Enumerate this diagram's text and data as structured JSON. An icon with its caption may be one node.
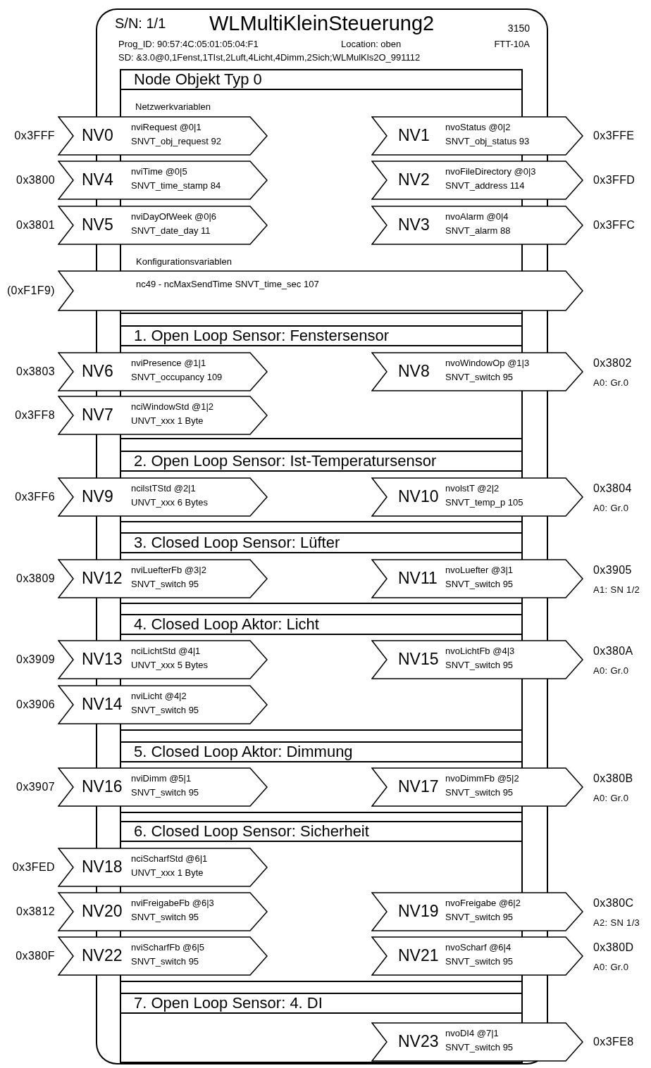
{
  "diagram": {
    "nodes": [
      {
        "text": [
          "S/N: 1/1",
          "WLMultiKleinSteuerung2",
          "3150",
          "Prog_ID: 90:57:4C:05:01:05:04:F1",
          "Location: oben",
          "FTT-10A",
          "SD: &3.0@0,1Fenst,1TIst,2Luft,4Licht,4Dimm,2Sich;WLMulKls2O_991112"
        ]
      },
      {
        "text": [
          "Node Objekt Typ 0"
        ]
      },
      {
        "text": [
          "NV0",
          "nviRequest @0|1",
          "SNVT_obj_request 92"
        ],
        "beside": [
          "0x3FFF"
        ]
      },
      {
        "text": [
          "NV1",
          "nvoStatus @0|2",
          "SNVT_obj_status 93"
        ],
        "beside": [
          "0x3FFE"
        ]
      },
      {
        "text": [
          "NV4",
          "nviTime @0|5",
          "SNVT_time_stamp 84"
        ],
        "beside": [
          "0x3800"
        ]
      },
      {
        "text": [
          "NV2",
          "nvoFileDirectory @0|3",
          "SNVT_address 114"
        ],
        "beside": [
          "0x3FFD"
        ]
      },
      {
        "text": [
          "NV5",
          "nviDayOfWeek @0|6",
          "SNVT_date_day 11"
        ],
        "beside": [
          "0x3801"
        ]
      },
      {
        "text": [
          "NV3",
          "nvoAlarm @0|4",
          "SNVT_alarm 88"
        ],
        "beside": [
          "0x3FFC"
        ]
      },
      {
        "text": [
          "nc49 - ncMaxSendTime SNVT_time_sec 107"
        ],
        "beside": [
          "(0xF1F9)"
        ]
      },
      {
        "text": [
          "1. Open Loop Sensor: Fenstersensor"
        ]
      },
      {
        "text": [
          "NV6",
          "nviPresence @1|1",
          "SNVT_occupancy 109"
        ],
        "beside": [
          "0x3803"
        ]
      },
      {
        "text": [
          "NV8",
          "nvoWindowOp @1|3",
          "SNVT_switch 95"
        ],
        "beside": [
          "0x3802",
          "A0: Gr.0"
        ]
      },
      {
        "text": [
          "NV7",
          "nciWindowStd @1|2",
          "UNVT_xxx 1 Byte"
        ],
        "beside": [
          "0x3FF8"
        ]
      },
      {
        "text": [
          "2. Open Loop Sensor: Ist-Temperatursensor"
        ]
      },
      {
        "text": [
          "NV9",
          "ncilstTStd @2|1",
          "UNVT_xxx 6 Bytes"
        ],
        "beside": [
          "0x3FF6"
        ]
      },
      {
        "text": [
          "NV10",
          "nvolstT @2|2",
          "SNVT_temp_p 105"
        ],
        "beside": [
          "0x3804",
          "A0: Gr.0"
        ]
      },
      {
        "text": [
          "3. Closed Loop Sensor: Lüfter"
        ]
      },
      {
        "text": [
          "NV12",
          "nviLuefterFb @3|2",
          "SNVT_switch 95"
        ],
        "beside": [
          "0x3809"
        ]
      },
      {
        "text": [
          "NV11",
          "nvoLuefter @3|1",
          "SNVT_switch 95"
        ],
        "beside": [
          "0x3905",
          "A1: SN 1/2"
        ]
      },
      {
        "text": [
          "4. Closed Loop Aktor: Licht"
        ]
      },
      {
        "text": [
          "NV13",
          "nciLichtStd @4|1",
          "UNVT_xxx 5 Bytes"
        ],
        "beside": [
          "0x3909"
        ]
      },
      {
        "text": [
          "NV15",
          "nvoLichtFb @4|3",
          "SNVT_switch 95"
        ],
        "beside": [
          "0x380A",
          "A0: Gr.0"
        ]
      },
      {
        "text": [
          "NV14",
          "nviLicht @4|2",
          "SNVT_switch 95"
        ],
        "beside": [
          "0x3906"
        ]
      },
      {
        "text": [
          "5. Closed Loop Aktor: Dimmung"
        ]
      },
      {
        "text": [
          "NV16",
          "nviDimm @5|1",
          "SNVT_switch 95"
        ],
        "beside": [
          "0x3907"
        ]
      },
      {
        "text": [
          "NV17",
          "nvoDimmFb @5|2",
          "SNVT_switch 95"
        ],
        "beside": [
          "0x380B",
          "A0: Gr.0"
        ]
      },
      {
        "text": [
          "6. Closed Loop Sensor: Sicherheit"
        ]
      },
      {
        "text": [
          "NV18",
          "nciScharfStd @6|1",
          "UNVT_xxx 1 Byte"
        ],
        "beside": [
          "0x3FED"
        ]
      },
      {
        "text": [
          "NV20",
          "nviFreigabeFb @6|3",
          "SNVT_switch 95"
        ],
        "beside": [
          "0x3812"
        ]
      },
      {
        "text": [
          "NV19",
          "nvoFreigabe @6|2",
          "SNVT_switch 95"
        ],
        "beside": [
          "0x380C",
          "A2: SN 1/3"
        ]
      },
      {
        "text": [
          "NV22",
          "nviScharfFb @6|5",
          "SNVT_switch 95"
        ],
        "beside": [
          "0x380F"
        ]
      },
      {
        "text": [
          "NV21",
          "nvoScharf @6|4",
          "SNVT_switch 95"
        ],
        "beside": [
          "0x380D",
          "A0: Gr.0"
        ]
      },
      {
        "text": [
          "7. Open Loop Sensor: 4. DI"
        ]
      },
      {
        "text": [
          "NV23",
          "nvoDI4 @7|1",
          "SNVT_switch 95"
        ],
        "beside": [
          "0x3FE8"
        ]
      }
    ],
    "labels": [
      "Netzwerkvariablen",
      "Konfigurationsvariablen"
    ]
  }
}
